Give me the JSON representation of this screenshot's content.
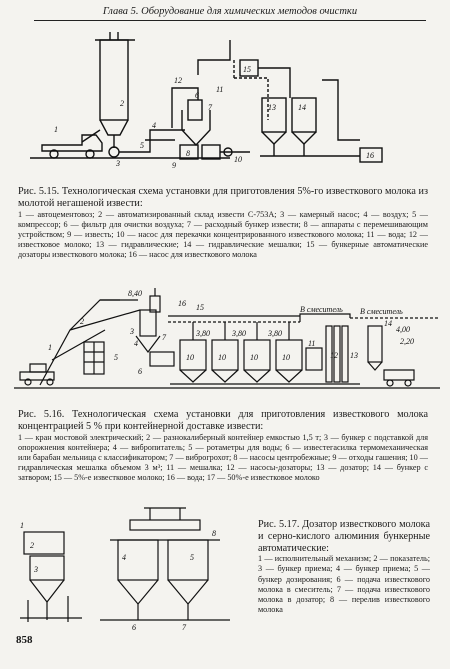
{
  "running_head": "Глава 5. Оборудование для химических методов очистки",
  "page_number": "858",
  "fig515": {
    "title": "Рис. 5.15. Технологическая схема установки для приготовления 5%-го известкового молока из молотой негашеной извести:",
    "body": "1 — автоцементовоз; 2 — автоматизированный склад извести С-753А; 3 — камерный насос; 4 — воздух; 5 — компрессор; 6 — фильтр для очистки воздуха; 7 — расходный бункер извести; 8 — аппараты с перемешивающим устройством; 9 — известь; 10 — насос для перекачки концентрированного известкового молока; 11 — вода; 12 — известковое молоко; 13 — гидравлические; 14 — гидравлические мешалки; 15 — бункерные автоматические дозаторы известкового молока; 16 — насос для известкового молока",
    "labels": [
      "1",
      "2",
      "3",
      "4",
      "5",
      "6",
      "7",
      "8",
      "9",
      "10",
      "11",
      "12",
      "13",
      "14",
      "15",
      "16"
    ]
  },
  "fig516": {
    "title": "Рис. 5.16. Технологическая схема установки для приготовления известкового молока концентрацией 5 % при контейнерной доставке извести:",
    "body": "1 — кран мостовой электрический; 2 — разнокалиберный контейнер емкостью 1,5 т; 3 — бункер с подставкой для опорожнения контейнера; 4 — вибропитатель; 5 — ротаметры для воды; 6 — известегасилка термомеханическая или барабан мельница с классификатором; 7 — виброгрохот; 8 — насосы центробежные; 9 — отходы гашения; 10 — гидравлическая мешалка объемом 3 м³; 11 — мешалка; 12 — насосы-дозаторы; 13 — дозатор; 14 — бункер с затвором; 15 — 5%-е известковое молоко; 16 — вода; 17 — 50%-е известковое молоко",
    "top_labels": [
      "8,40",
      "16",
      "15"
    ],
    "right_labels": [
      "В смеситель",
      "В смеситель",
      "4,00",
      "2,20"
    ],
    "inline_labels": [
      "3,80",
      "3,80",
      "3,80"
    ],
    "part_labels": [
      "1",
      "2",
      "3",
      "4",
      "5",
      "6",
      "7",
      "10",
      "10",
      "10",
      "10",
      "11",
      "12",
      "13",
      "14"
    ]
  },
  "fig517": {
    "title": "Рис. 5.17. Дозатор известкового молока и серно-кислого алюминия бункерные автоматические:",
    "body": "1 — исполнительный механизм; 2 — показатель; 3 — бункер приема; 4 — бункер приема; 5 — бункер дозирования; 6 — подача известкового молока в смеситель; 7 — подача известкового молока в дозатор; 8 — перелив известкового молока",
    "labels": [
      "1",
      "2",
      "3",
      "4",
      "5",
      "6",
      "7",
      "8"
    ]
  }
}
